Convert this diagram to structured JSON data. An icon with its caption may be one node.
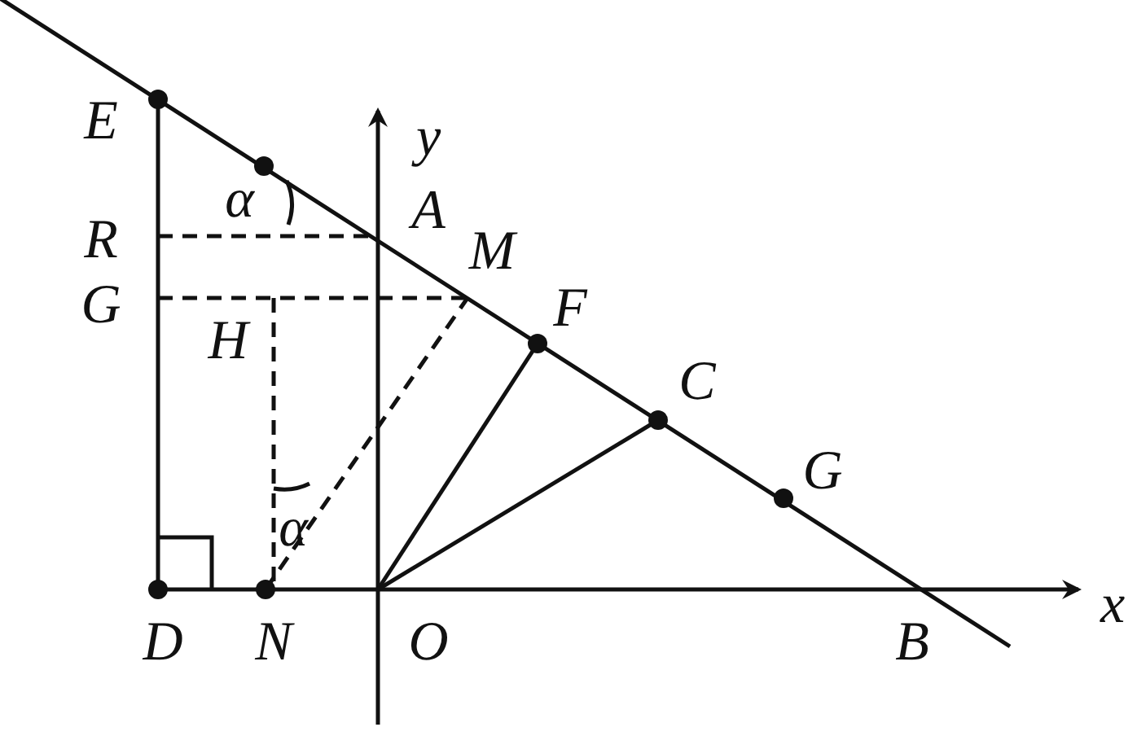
{
  "diagram": {
    "labels": [
      "E",
      "y",
      "α",
      "A",
      "R",
      "M",
      "G",
      "F",
      "H",
      "C",
      "G",
      "α",
      "x",
      "D",
      "N",
      "O",
      "B"
    ]
  }
}
